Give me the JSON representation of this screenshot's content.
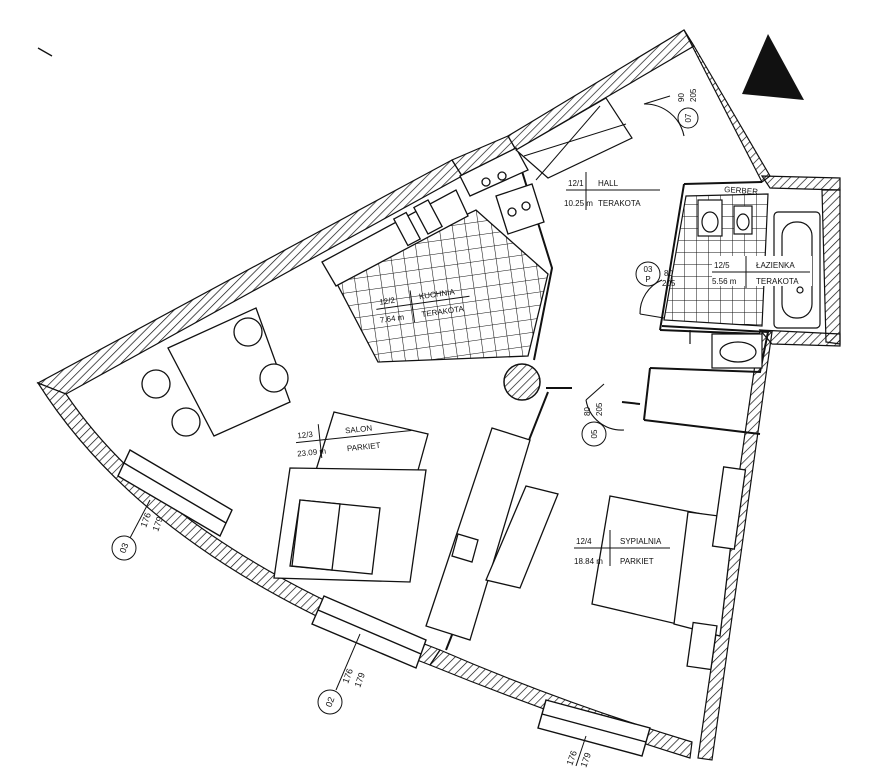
{
  "rooms": [
    {
      "id": "hall",
      "number": "12/1",
      "name": "HALL",
      "area": "10.25 m",
      "finish": "TERAKOTA"
    },
    {
      "id": "kitchen",
      "number": "12/2",
      "name": "KUCHNIA",
      "area": "7.64 m",
      "finish": "TERAKOTA"
    },
    {
      "id": "living",
      "number": "12/3",
      "name": "SALON",
      "area": "23.09 m",
      "finish": "PARKIET"
    },
    {
      "id": "bedroom",
      "number": "12/4",
      "name": "SYPIALNIA",
      "area": "18.84 m",
      "finish": "PARKIET"
    },
    {
      "id": "bathroom",
      "number": "12/5",
      "name": "ŁAZIENKA",
      "area": "5.56 m",
      "finish": "TERAKOTA"
    }
  ],
  "doors": [
    {
      "id": "entry",
      "tag": "07",
      "size": "90",
      "height": "205"
    },
    {
      "id": "bath",
      "tag": "03",
      "size": "80",
      "height": "205",
      "code": "P"
    },
    {
      "id": "bed",
      "tag": "05",
      "size": "80",
      "height": "205"
    }
  ],
  "windows": [
    {
      "id": "w1",
      "tag": "03",
      "width": "176",
      "height": "179"
    },
    {
      "id": "w2",
      "tag": "02",
      "width": "176",
      "height": "179"
    },
    {
      "id": "w3",
      "tag": "",
      "width": "176",
      "height": "179"
    }
  ],
  "annotations": {
    "gerber": "GERBER"
  }
}
